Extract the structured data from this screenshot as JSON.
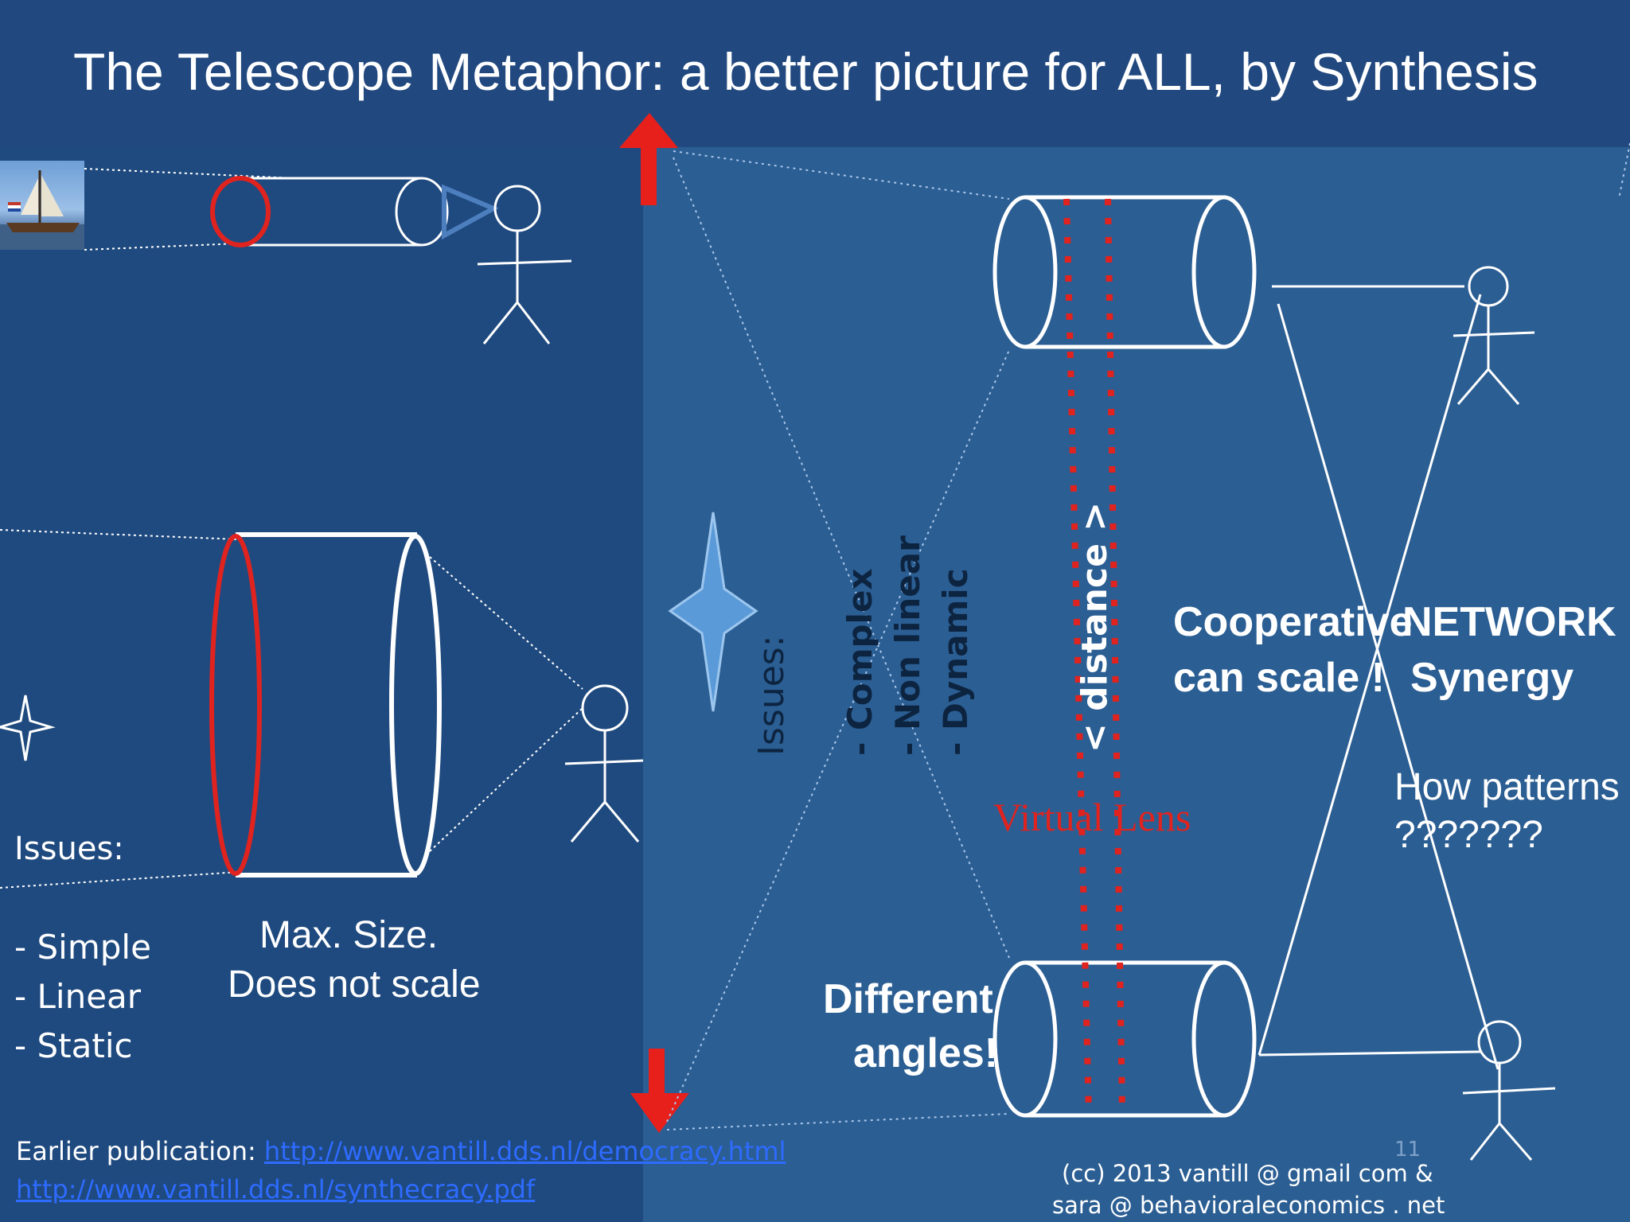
{
  "slide": {
    "title": "The Telescope Metaphor: a better picture for ALL, by Synthesis",
    "page_number": "11"
  },
  "left": {
    "issues_heading": "Issues:",
    "issues": [
      "- Simple",
      "- Linear",
      "- Static"
    ],
    "max_size_line1": "Max. Size.",
    "max_size_line2": "Does not scale"
  },
  "right": {
    "issues_heading": "Issues:",
    "issues": [
      "- Complex",
      "- Non linear",
      "- Dynamic"
    ],
    "distance_label": "< distance >",
    "virtual_lens": "Virtual Lens",
    "cooperative_line1": "Cooperative",
    "cooperative_line2": "can scale !",
    "network_line1": "NETWORK",
    "network_line2": "Synergy",
    "how_patterns_line1": "How patterns",
    "how_patterns_line2": "???????",
    "different_line1": "Different",
    "different_line2": "angles!"
  },
  "footer": {
    "earlier_label": "Earlier publication: ",
    "link1": "http://www.vantill.dds.nl/democracy.html",
    "link2": "http://www.vantill.dds.nl/synthecracy.pdf",
    "cc_line1": "(cc) 2013 vantill @ gmail com &",
    "cc_line2": "sara @ behavioraleconomics . net"
  },
  "colors": {
    "background": "#1f4a7f",
    "panel": "#2b5e93",
    "red": "#e0231f",
    "white": "#ffffff"
  },
  "icons": [
    "ship-image",
    "red-up-arrow",
    "red-down-arrow",
    "star-icon",
    "stick-figure"
  ]
}
